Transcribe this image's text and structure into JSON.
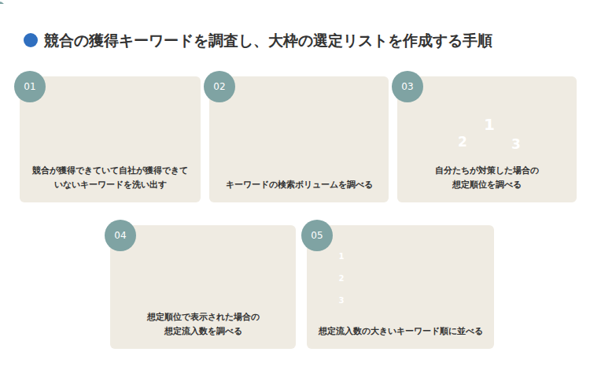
{
  "diagram": {
    "title": "競合の獲得キーワードを調査し、大枠の選定リストを作成する手順",
    "nodes": [
      {
        "text": [
          "競合が獲得できていて自社が獲得できていないキーワードを洗い出す"
        ]
      },
      {
        "text": [
          "01"
        ],
        "in": 0
      },
      {
        "text": [
          "キーワードの検索ボリュームを調べる"
        ]
      },
      {
        "text": [
          "02"
        ],
        "in": 2
      },
      {
        "text": [
          "自分たちが対策した場合の想定順位を調べる"
        ]
      },
      {
        "text": [
          "03"
        ],
        "in": 4
      },
      {
        "text": [
          "想定順位で表示された場合の想定流入数を調べる"
        ]
      },
      {
        "text": [
          "04"
        ],
        "in": 6
      },
      {
        "text": [
          "想定流入数の大きいキーワード順に並べる"
        ]
      },
      {
        "text": [
          "05"
        ],
        "in": 8
      }
    ],
    "labels": [
      "1",
      "2",
      "3",
      "1",
      "2",
      "3"
    ]
  }
}
